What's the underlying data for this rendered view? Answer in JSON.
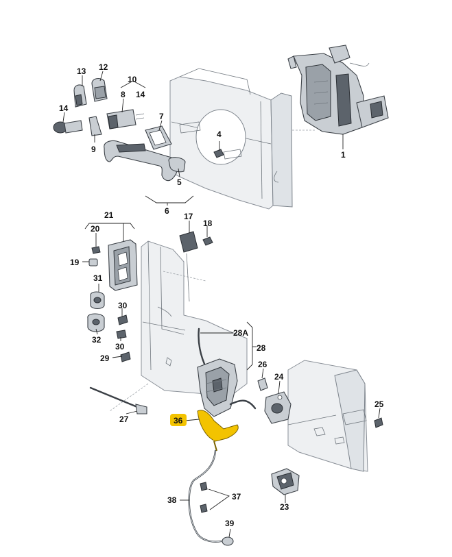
{
  "colors": {
    "highlight_part": "#f3c300",
    "highlight_label_bg": "#f3c300",
    "line": "#222222",
    "panel": "#eef0f2",
    "part": "#c9ced3"
  },
  "labels": {
    "l1": "1",
    "l4": "4",
    "l5": "5",
    "l6": "6",
    "l7": "7",
    "l8": "8",
    "l9": "9",
    "l10": "10",
    "l12": "12",
    "l13": "13",
    "l14a": "14",
    "l14b": "14",
    "l17": "17",
    "l18": "18",
    "l19": "19",
    "l20": "20",
    "l21": "21",
    "l23": "23",
    "l24": "24",
    "l25": "25",
    "l26": "26",
    "l27": "27",
    "l28": "28",
    "l28a": "28A",
    "l29": "29",
    "l30a": "30",
    "l30b": "30",
    "l31": "31",
    "l32": "32",
    "l36": "36",
    "l37": "37",
    "l38": "38",
    "l39": "39"
  }
}
